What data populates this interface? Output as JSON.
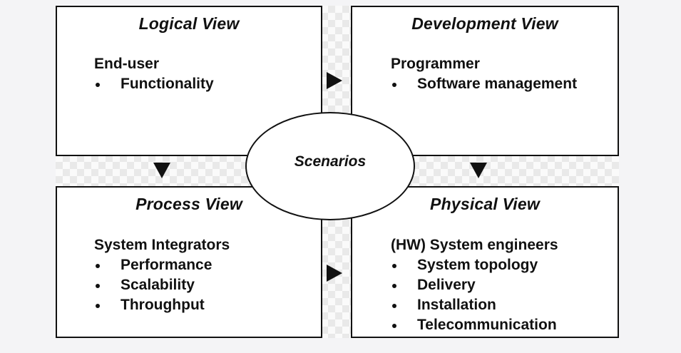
{
  "views": {
    "logical": {
      "title": "Logical View",
      "role": "End-user",
      "items": [
        "Functionality"
      ]
    },
    "development": {
      "title": "Development View",
      "role": "Programmer",
      "items": [
        "Software management"
      ]
    },
    "process": {
      "title": "Process View",
      "role": "System Integrators",
      "items": [
        "Performance",
        "Scalability",
        "Throughput"
      ]
    },
    "physical": {
      "title": "Physical View",
      "role": "(HW) System engineers",
      "items": [
        "System topology",
        "Delivery",
        "Installation",
        "Telecommunication"
      ]
    }
  },
  "center": {
    "label": "Scenarios"
  },
  "colors": {
    "stroke": "#111111",
    "box_fill": "#ffffff",
    "page_background": "#f4f4f6"
  }
}
